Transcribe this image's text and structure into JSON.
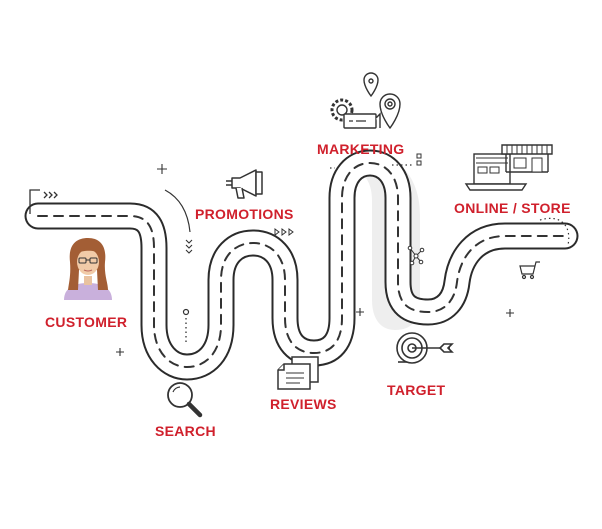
{
  "colors": {
    "label": "#d0202c",
    "road_fill": "#ffffff",
    "road_edge": "#2b2b2b",
    "road_dash": "#333333",
    "icon": "#3a3a3a",
    "shadow": "#ececec"
  },
  "stages": [
    {
      "id": "customer",
      "label": "CUSTOMER",
      "icon": "woman-avatar-icon"
    },
    {
      "id": "search",
      "label": "SEARCH",
      "icon": "magnifier-icon"
    },
    {
      "id": "promotions",
      "label": "PROMOTIONS",
      "icon": "megaphone-icon"
    },
    {
      "id": "reviews",
      "label": "REVIEWS",
      "icon": "documents-icon"
    },
    {
      "id": "marketing",
      "label": "MARKETING",
      "icon": "gears-location-icon"
    },
    {
      "id": "target",
      "label": "TARGET",
      "icon": "target-arrow-icon"
    },
    {
      "id": "online_store",
      "label": "ONLINE / STORE",
      "icon": "laptop-store-icon"
    }
  ],
  "decorations": {
    "cart": "cart-icon",
    "network": "network-nodes-icon",
    "sparkles": "sparkle-icon"
  }
}
